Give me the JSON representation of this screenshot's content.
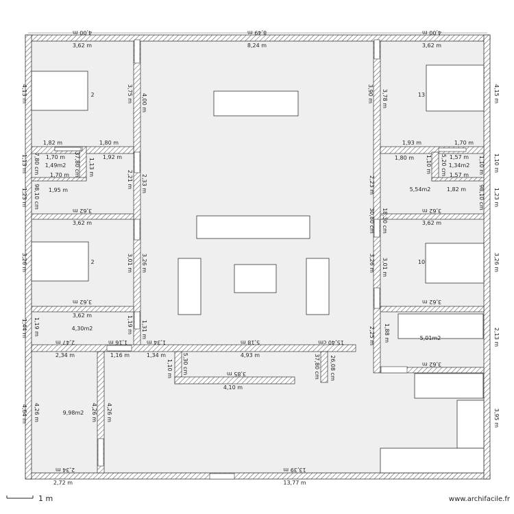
{
  "credit": "www.archifacile.fr",
  "scale_label": "1 m",
  "colors": {
    "wall_fill": "#ffffff",
    "wall_hatch": "#555555",
    "floor": "#efefef",
    "line": "#333333"
  },
  "dims": {
    "top_4_00_l": "4,00 m",
    "top_8_49": "8,49 m",
    "top_4_00_r": "4,00 m",
    "in_3_62_tl": "3,62 m",
    "in_8_24": "8,24 m",
    "in_3_62_tr": "3,62 m",
    "l_4_13": "4,13 m",
    "l_1_13": "1,13 m",
    "l_1_23": "1,23 m",
    "l_3_26": "3,26 m",
    "l_1_44": "1,44 m",
    "l_4_64": "4,64 m",
    "r_4_15": "4,15 m",
    "r_1_10": "1,10 m",
    "r_1_23": "1,23 m",
    "r_3_26": "3,26 m",
    "r_2_13": "2,13 m",
    "r_3_95": "3,95 m",
    "v_3_75": "3,75 m",
    "v_4_00": "4,00 m",
    "v_3_90": "3,90 m",
    "v_3_78": "3,78 m",
    "d_1_82_a": "1,82 m",
    "d_1_80_a": "1,80 m",
    "d_1_70_a": "1,70 m",
    "d_1_92": "1,92 m",
    "d_1_70_b": "1,70 m",
    "d_1_95": "1,95 m",
    "d_7_80_a": "7,80 cm",
    "d_37_80": "37,80 cm",
    "d_98_10_a": "98,10 cm",
    "v_1_13": "1,13 m",
    "v_2_21": "2,21 m",
    "v_2_33": "2,33 m",
    "d_3_62_m1a": "3,62 m",
    "d_3_62_m1b": "3,62 m",
    "v_3_01_l": "3,01 m",
    "v_3_26_l": "3,26 m",
    "d_3_62_m2a": "3,62 m",
    "d_3_62_m2b": "3,62 m",
    "v_1_19_a": "1,19 m",
    "v_1_19_b": "1,19 m",
    "v_1_31": "1,31 m",
    "d_2_47": "2,47 m",
    "d_1_16_a": "1,16 m",
    "d_1_34_a": "1,34 m",
    "d_5_18": "5,18 m",
    "d_15_40": "15,40 cm",
    "d_2_34_a": "2,34 m",
    "d_1_16_b": "1,16 m",
    "d_1_34_b": "1,34 m",
    "d_4_93": "4,93 m",
    "v_1_10": "1,10 m",
    "v_5_30": "5,30 cm",
    "d_3_85": "3,85 m",
    "d_4_10": "4,10 m",
    "d_37_80_b": "37,80 cm",
    "d_26_08": "26,08 cm",
    "v_4_26_a": "4,26 m",
    "v_4_26_b": "4,26 m",
    "v_4_26_c": "4,26 m",
    "d_2_34_b": "2,34 m",
    "d_2_72": "2,72 m",
    "d_13_39": "13,39 m",
    "d_13_77": "13,77 m",
    "r_1_93": "1,93 m",
    "r_1_70": "1,70 m",
    "r_1_80": "1,80 m",
    "r_1_57": "1,57 m",
    "r_1_57_b": "1,57 m",
    "r_1_10_v": "1,10 m",
    "r_5_20": "5,20 cm",
    "r_98_10": "98,10 cm",
    "r_1_82": "1,82 m",
    "r_2_23": "2,23 m",
    "r_30_80": "30,80 cm",
    "r_18_30": "18,30 cm",
    "r_3_62_a": "3,62 m",
    "r_3_62_b": "3,62 m",
    "r_3_01": "3,01 m",
    "r_3_26_v": "3,26 m",
    "r_3_62_c": "3,62 m",
    "r_1_88": "1,88 m",
    "r_2_25": "2,25 m",
    "r_3_62_d": "3,62 m"
  },
  "areas": {
    "a_1_49": "1,49m2",
    "a_4_30": "4,30m2",
    "a_9_98": "9,98m2",
    "a_1_34": "1,34m2",
    "a_5_54": "5,54m2",
    "frag_2_a": "2",
    "frag_13": "13",
    "frag_2_b": "2",
    "frag_10": "10",
    "frag_bath": "5,01m2"
  }
}
